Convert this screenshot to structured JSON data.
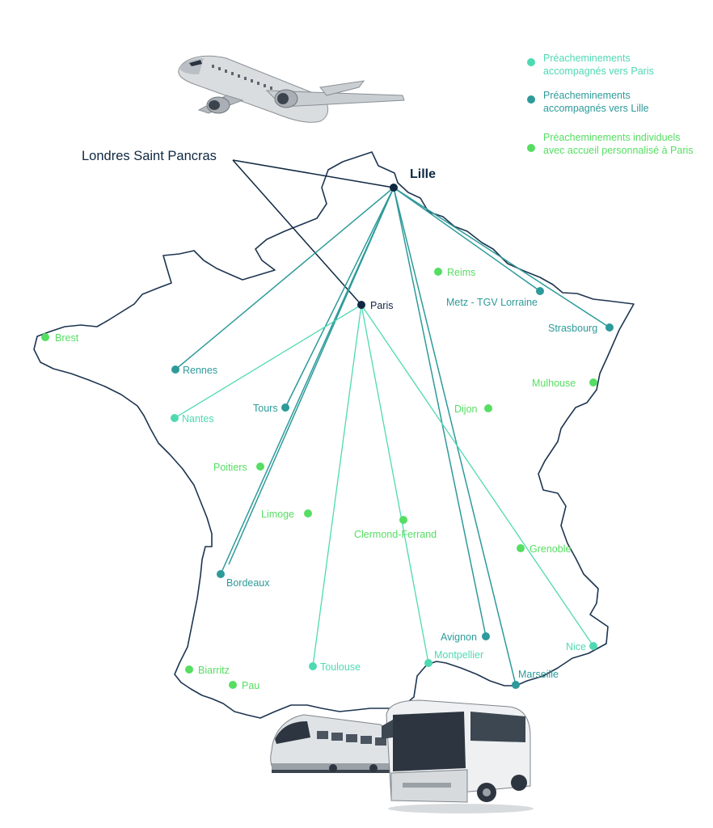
{
  "colors": {
    "paris_lines": "#4fd9b2",
    "lille_lines": "#2e9a9a",
    "individual": "#55de62",
    "dark": "#0f2842",
    "outline": "#1d3550"
  },
  "legend": [
    {
      "text": "Préacheminements accompagnés vers Paris",
      "color": "#4fd9b2"
    },
    {
      "text": "Préacheminements accompagnés vers Lille",
      "color": "#2e9a9a"
    },
    {
      "text": "Préacheminements individuels avec accueil personnalisé à Paris",
      "color": "#55de62"
    }
  ],
  "hubs": {
    "london": "Londres Saint Pancras",
    "lille": "Lille",
    "paris": "Paris"
  },
  "cities": {
    "reims": "Reims",
    "metz": "Metz - TGV Lorraine",
    "strasbourg": "Strasbourg",
    "mulhouse": "Mulhouse",
    "brest": "Brest",
    "rennes": "Rennes",
    "nantes": "Nantes",
    "tours": "Tours",
    "dijon": "Dijon",
    "poitiers": "Poitiers",
    "limoge": "Limoge",
    "clermont": "Clermond-Ferrand",
    "grenoble": "Grenoble",
    "bordeaux": "Bordeaux",
    "avignon": "Avignon",
    "nice": "Nice",
    "montpellier": "Montpellier",
    "toulouse": "Toulouse",
    "marseille": "Marseille",
    "biarritz": "Biarritz",
    "pau": "Pau"
  },
  "icons": [
    "airplane-icon",
    "train-icon",
    "bus-icon"
  ]
}
